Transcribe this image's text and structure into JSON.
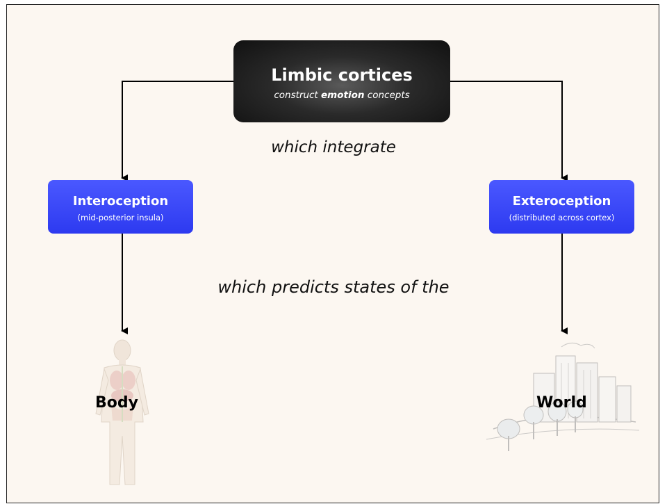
{
  "diagram": {
    "limbic": {
      "title": "Limbic cortices",
      "subtitle_prefix": "construct ",
      "subtitle_bold": "emotion",
      "subtitle_suffix": " concepts"
    },
    "connector_top": "which integrate",
    "interoception": {
      "title": "Interoception",
      "subtitle": "(mid-posterior insula)"
    },
    "exteroception": {
      "title": "Exteroception",
      "subtitle": "(distributed across cortex)"
    },
    "connector_bottom": "which predicts states of the",
    "body": {
      "label": "Body"
    },
    "world": {
      "label": "World"
    }
  },
  "colors": {
    "background": "#fcf7f1",
    "limbic_box": "#1a1a1a",
    "blue_box": "#3341f5",
    "arrow": "#000000"
  }
}
